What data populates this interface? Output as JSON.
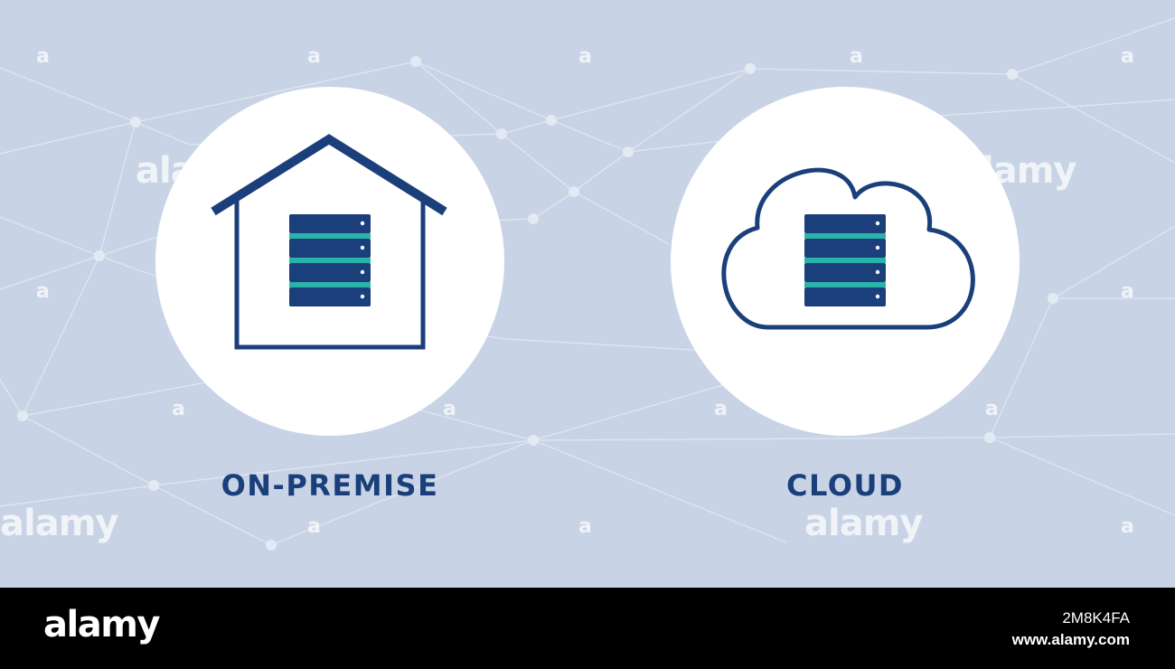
{
  "labels": {
    "left": "ON-PREMISE",
    "right": "CLOUD"
  },
  "watermark": {
    "text": "alamy",
    "letter": "a"
  },
  "footer": {
    "brand": "alamy",
    "image_id": "2M8K4FA",
    "url": "www.alamy.com"
  },
  "colors": {
    "background": "#c8d4e5",
    "icon_navy": "#1b3f7a",
    "server_stripe": "#2ab3a8",
    "circle": "#ffffff",
    "footer": "#000000"
  },
  "icons": {
    "left": "house-server-icon",
    "right": "cloud-server-icon"
  }
}
